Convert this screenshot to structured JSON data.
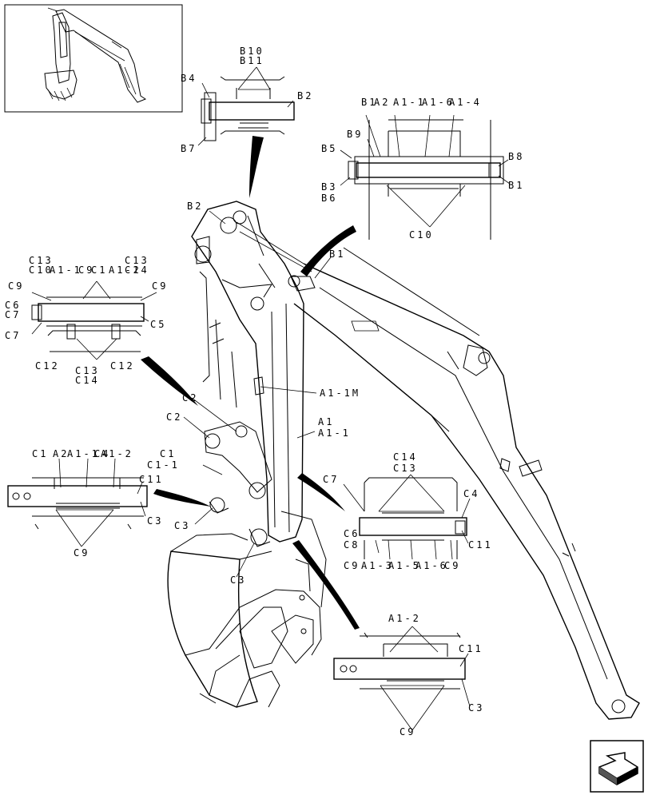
{
  "labels": {
    "b10": "B10",
    "b11": "B11",
    "b4": "B4",
    "b2_top": "B2",
    "b7": "B7",
    "b1a": "B1",
    "a2": "A2",
    "a1_1": "A1-1",
    "a1_6": "A1-6",
    "a1_4": "A1-4",
    "b9": "B9",
    "b5": "B5",
    "b8": "B8",
    "b3": "B3",
    "b6": "B6",
    "b1_right": "B1",
    "c10": "C10",
    "b2_mid": "B2",
    "b1_mid": "B1",
    "c13_l": "C13",
    "c10_l": "C10",
    "a1_1_l": "A1-1",
    "c9_l": "C9",
    "c1_l": "C1",
    "a1_2_l": "A1-2",
    "c13_r": "C13",
    "c14_r": "C14",
    "c9_left": "C9",
    "c9_right": "C9",
    "c6": "C6",
    "c7": "C7",
    "c7b": "C7",
    "c5": "C5",
    "c12_l": "C12",
    "c13_b": "C13",
    "c14_b": "C14",
    "c12_r": "C12",
    "a1_1m": "A1-1M",
    "a1": "A1",
    "a1_1_arm": "A1-1",
    "c2a": "C2",
    "c2b": "C2",
    "c1_bl": "C1",
    "a2_bl": "A2",
    "a1_1_bl": "A1-1",
    "c4_bl": "C4",
    "a1_2_bl": "A1-2",
    "c1_link": "C1",
    "c1_1_link": "C1-1",
    "c11_bl": "C11",
    "c3_bl": "C3",
    "c9_bl": "C9",
    "c3_pin1": "C3",
    "c3_pin2": "C3",
    "c14_mr": "C14",
    "c13_mr": "C13",
    "c7_mr": "C7",
    "c4_mr": "C4",
    "c6_mr": "C6",
    "c8_mr": "C8",
    "c11_mr": "C11",
    "c9_mr": "C9",
    "a1_3": "A1-3",
    "a1_5": "A1-5",
    "a1_6_mr": "A1-6",
    "c9_mr2": "C9",
    "a1_2_br": "A1-2",
    "c11_br": "C11",
    "c3_br": "C3",
    "c9_br": "C9"
  },
  "nav": {
    "icon": "next-page-arrow-icon"
  }
}
